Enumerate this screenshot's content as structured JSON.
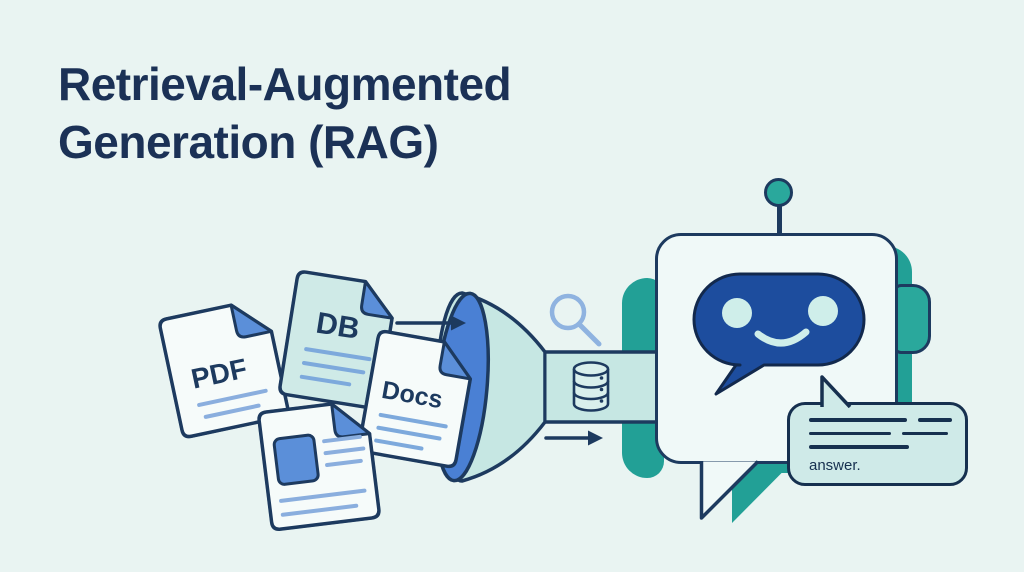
{
  "title": {
    "line1": "Retrieval-Augmented",
    "line2": "Generation (RAG)"
  },
  "documents": [
    {
      "label": "PDF",
      "kind": "pdf-file"
    },
    {
      "label": "DB",
      "kind": "database-file"
    },
    {
      "label": "Docs",
      "kind": "docs-file"
    },
    {
      "label": "",
      "kind": "image-document"
    }
  ],
  "pipeline": {
    "icons": [
      "funnel-icon",
      "search-icon",
      "database-icon",
      "arrow-right-icon",
      "arrow-right-icon"
    ]
  },
  "robot": {
    "parts": [
      "antenna",
      "head-speech-bubble",
      "face-chat-bubble",
      "ear"
    ],
    "answer_bubble": {
      "text": "answer."
    }
  },
  "colors": {
    "background": "#e9f4f2",
    "title_navy": "#1b3156",
    "outline_navy": "#1d3a5f",
    "accent_blue": "#5b8fd9",
    "funnel_mouth_blue": "#4a80d4",
    "face_blue": "#1d4d9e",
    "teal": "#22a096",
    "mint": "#cfeae8",
    "line_blue": "#8aaede",
    "search_blue": "#8fb3e0"
  }
}
